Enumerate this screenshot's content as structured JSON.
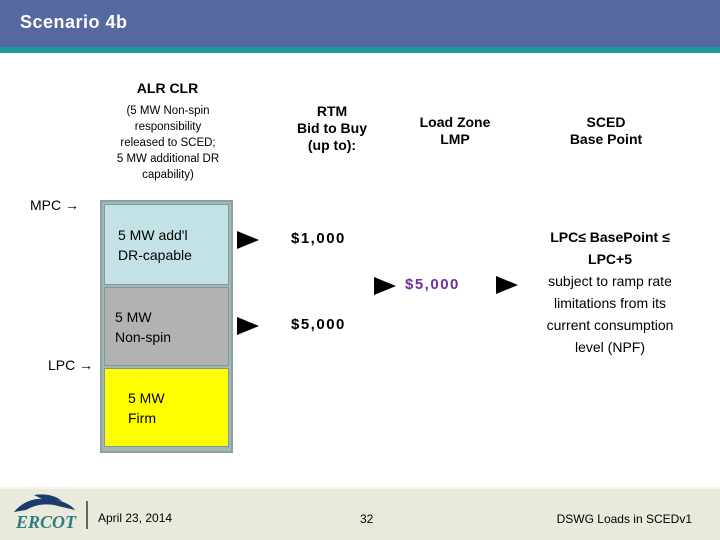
{
  "slide": {
    "title": "Scenario 4b",
    "columns": {
      "alr": {
        "title": "ALR CLR",
        "subtitle": "(5 MW Non-spin\nresponsibility\nreleased to SCED;\n5 MW additional DR\ncapability)"
      },
      "rtm": {
        "title": "RTM\nBid to Buy\n(up to):"
      },
      "load_zone": {
        "title": "Load Zone\nLMP"
      },
      "sced": {
        "title": "SCED\nBase Point"
      }
    },
    "row_labels": {
      "mpc": "MPC →",
      "lpc": "LPC →"
    },
    "boxes": [
      {
        "label": "5 MW add'l\nDR-capable",
        "color": "#c3e2e5"
      },
      {
        "label": "5 MW\nNon-spin",
        "color": "#b2b2b2"
      },
      {
        "label": "5 MW\nFirm",
        "color": "#ffff00"
      }
    ],
    "values": {
      "bid_dr": "$1,000",
      "bid_nonspin": "$5,000",
      "lmp": "$5,000"
    },
    "sced_text": {
      "bold": "LPC≤ BasePoint ≤\nLPC+5",
      "rest": "subject to ramp rate\nlimitations from its\ncurrent consumption\nlevel (NPF)"
    },
    "footer": {
      "logo": "ERCOT",
      "date": "April 23, 2014",
      "page_number": "32",
      "deck_title": "DSWG Loads in SCEDv1"
    },
    "colors": {
      "header_blue": "#5569a0",
      "teal_strip": "#1f9798",
      "lmp_purple": "#7030a0",
      "footer_beige": "#e9e9dc",
      "box_frame": "#8ba1a1"
    }
  }
}
